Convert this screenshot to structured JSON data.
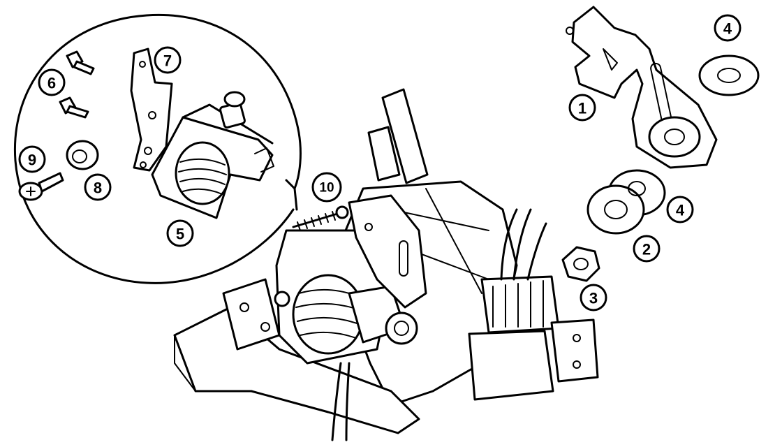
{
  "callouts": [
    {
      "id": "c1",
      "label": "1"
    },
    {
      "id": "c2",
      "label": "2"
    },
    {
      "id": "c3",
      "label": "3"
    },
    {
      "id": "c4a",
      "label": "4"
    },
    {
      "id": "c4b",
      "label": "4"
    },
    {
      "id": "c5",
      "label": "5"
    },
    {
      "id": "c6",
      "label": "6"
    },
    {
      "id": "c7",
      "label": "7"
    },
    {
      "id": "c8",
      "label": "8"
    },
    {
      "id": "c9",
      "label": "9"
    },
    {
      "id": "c10",
      "label": "10"
    }
  ],
  "colors": {
    "ink": "#000000",
    "paper": "#ffffff"
  }
}
